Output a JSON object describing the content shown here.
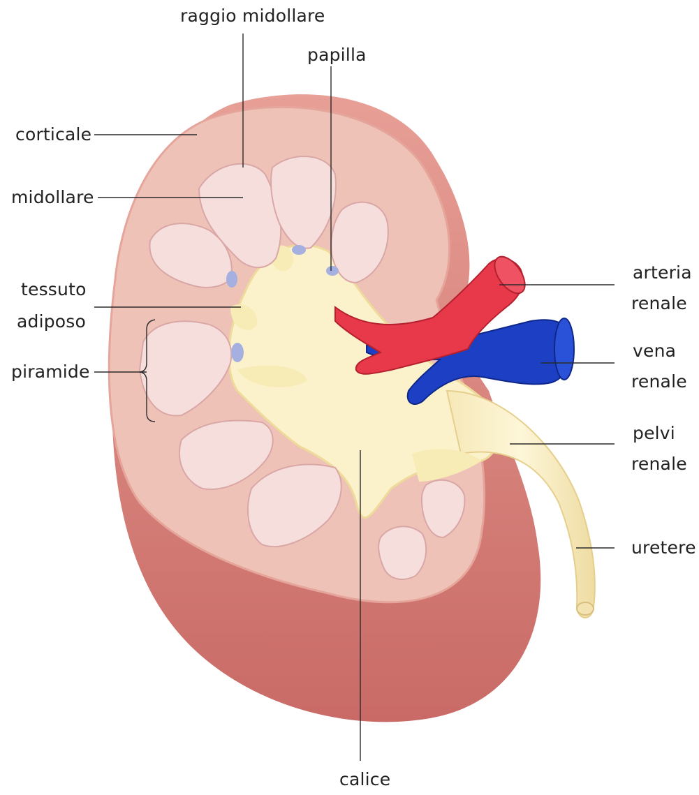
{
  "labels": {
    "raggio_midollare": "raggio midollare",
    "papilla": "papilla",
    "corticale": "corticale",
    "midollare": "midollare",
    "tessuto": "tessuto",
    "adiposo": "adiposo",
    "piramide": "piramide",
    "arteria": "arteria",
    "renale_arteria": "renale",
    "vena": "vena",
    "renale_vena": "renale",
    "pelvi": "pelvi",
    "renale_pelvi": "renale",
    "uretere": "uretere",
    "calice": "calice"
  },
  "colors": {
    "kidney_surface": "#e9a8a0",
    "kidney_side": "#d9807c",
    "cortex": "#efc2b8",
    "pyramid": "#f6dedd",
    "fat": "#f7ecb5",
    "pelvis": "#fbf2cc",
    "artery": "#e8394b",
    "vein": "#1c3fc4",
    "papilla": "#a5b0e0"
  },
  "icons": [
    "kidney-illustration"
  ]
}
